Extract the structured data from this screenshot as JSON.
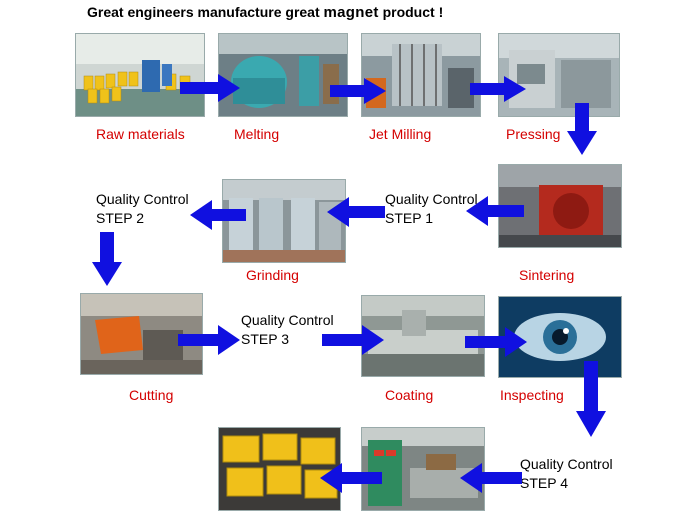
{
  "title": {
    "prefix": "Great engineers manufacture great",
    "emphasis": "magnet",
    "suffix": "product !"
  },
  "steps": {
    "raw_materials": "Raw materials",
    "melting": "Melting",
    "jet_milling": "Jet Milling",
    "pressing": "Pressing",
    "sintering": "Sintering",
    "grinding": "Grinding",
    "cutting": "Cutting",
    "coating": "Coating",
    "inspecting": "Inspecting"
  },
  "quality_control": {
    "step1": {
      "line1": "Quality Control",
      "line2": "STEP 1"
    },
    "step2": {
      "line1": "Quality Control",
      "line2": "STEP 2"
    },
    "step3": {
      "line1": "Quality Control",
      "line2": "STEP 3"
    },
    "step4": {
      "line1": "Quality Control",
      "line2": "STEP 4"
    }
  },
  "colors": {
    "arrow": "#1010e0",
    "step_label": "#d40000",
    "qc_label": "#000000"
  }
}
